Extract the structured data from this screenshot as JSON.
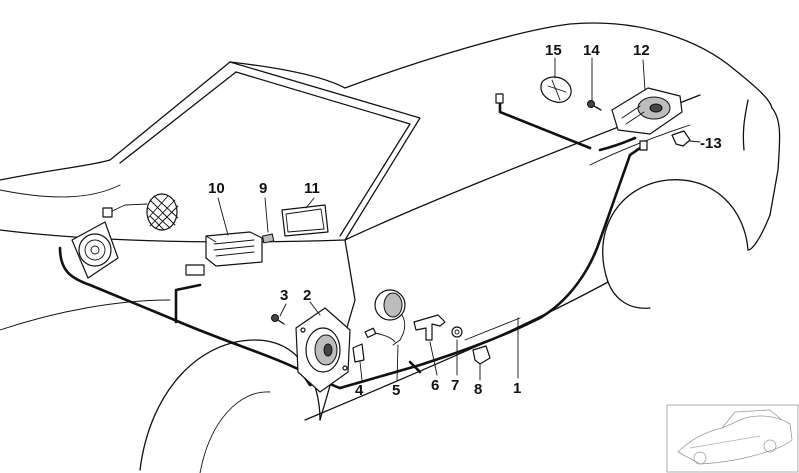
{
  "diagram": {
    "callouts": [
      {
        "id": "1",
        "label": "1"
      },
      {
        "id": "2",
        "label": "2"
      },
      {
        "id": "3",
        "label": "3"
      },
      {
        "id": "4",
        "label": "4"
      },
      {
        "id": "5",
        "label": "5"
      },
      {
        "id": "6",
        "label": "6"
      },
      {
        "id": "7",
        "label": "7"
      },
      {
        "id": "8",
        "label": "8"
      },
      {
        "id": "9",
        "label": "9"
      },
      {
        "id": "10",
        "label": "10"
      },
      {
        "id": "11",
        "label": "11"
      },
      {
        "id": "12",
        "label": "12"
      },
      {
        "id": "13",
        "label": "-13"
      },
      {
        "id": "14",
        "label": "14"
      },
      {
        "id": "15",
        "label": "15"
      }
    ]
  }
}
